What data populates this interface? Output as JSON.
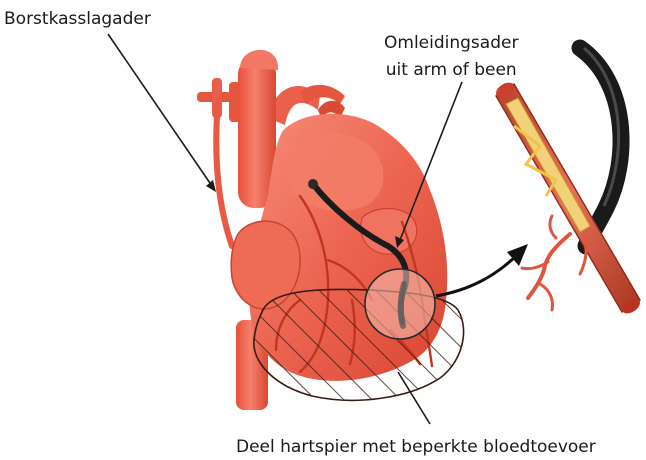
{
  "labels": {
    "chest_artery": "Borstkasslagader",
    "bypass_line1": "Omleidingsader",
    "bypass_line2": "uit arm of been",
    "reduced_flow": "Deel hartspier met beperkte bloedtoevoer"
  },
  "colors": {
    "heart": "#ee6a55",
    "heart_shade": "#d94a35",
    "vessel": "#e6553f",
    "graft": "#1a1a1a",
    "hatch": "#3a1a14"
  }
}
